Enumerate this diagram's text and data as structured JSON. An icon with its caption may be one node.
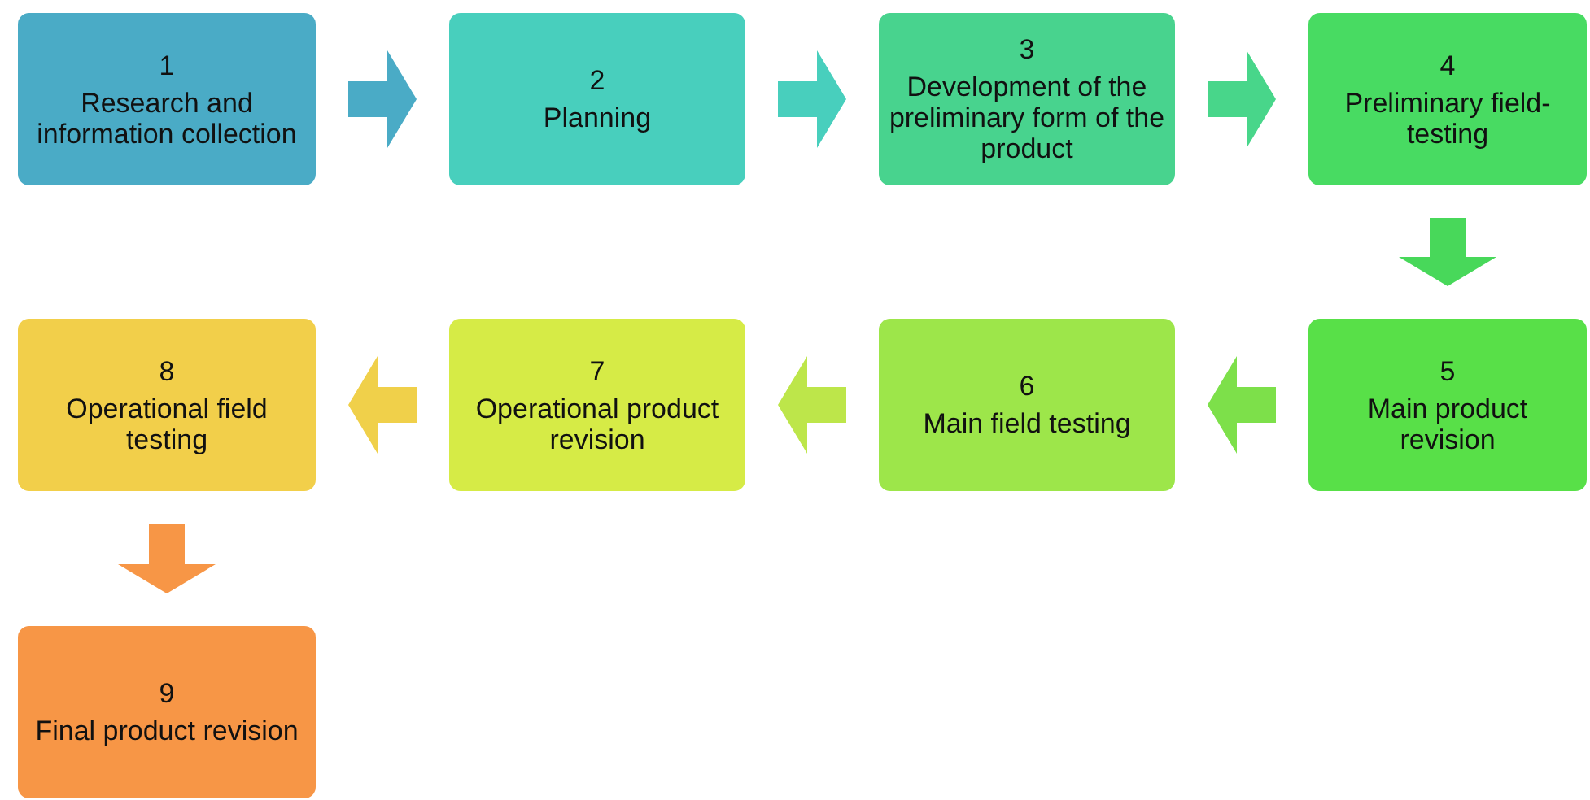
{
  "diagram": {
    "nodes": [
      {
        "text": [
          "1",
          "Research and information collection"
        ]
      },
      {
        "text": [
          "2",
          "Planning"
        ]
      },
      {
        "text": [
          "3",
          "Development of the preliminary form of the product"
        ]
      },
      {
        "text": [
          "4",
          "Preliminary field-testing"
        ]
      },
      {
        "text": [
          "5",
          "Main product revision"
        ]
      },
      {
        "text": [
          "6",
          "Main field testing"
        ]
      },
      {
        "text": [
          "7",
          "Operational product revision"
        ]
      },
      {
        "text": [
          "8",
          "Operational field testing"
        ]
      },
      {
        "text": [
          "9",
          "Final product revision"
        ]
      }
    ],
    "edges": [
      {
        "from": 0,
        "to": 1,
        "arrow": "to",
        "style": "thick",
        "color": "#4aabc6"
      },
      {
        "from": 1,
        "to": 2,
        "arrow": "to",
        "style": "thick",
        "color": "#48cfbd"
      },
      {
        "from": 2,
        "to": 3,
        "arrow": "to",
        "style": "thick",
        "color": "#48d68a"
      },
      {
        "from": 3,
        "to": 4,
        "arrow": "to",
        "style": "thick",
        "color": "#48d85a"
      },
      {
        "from": 4,
        "to": 5,
        "arrow": "to",
        "style": "thick",
        "color": "#7de04a"
      },
      {
        "from": 5,
        "to": 6,
        "arrow": "to",
        "style": "thick",
        "color": "#bde64a"
      },
      {
        "from": 6,
        "to": 7,
        "arrow": "to",
        "style": "thick",
        "color": "#f0d04a"
      },
      {
        "from": 7,
        "to": 8,
        "arrow": "to",
        "style": "thick",
        "color": "#f79646"
      }
    ]
  }
}
